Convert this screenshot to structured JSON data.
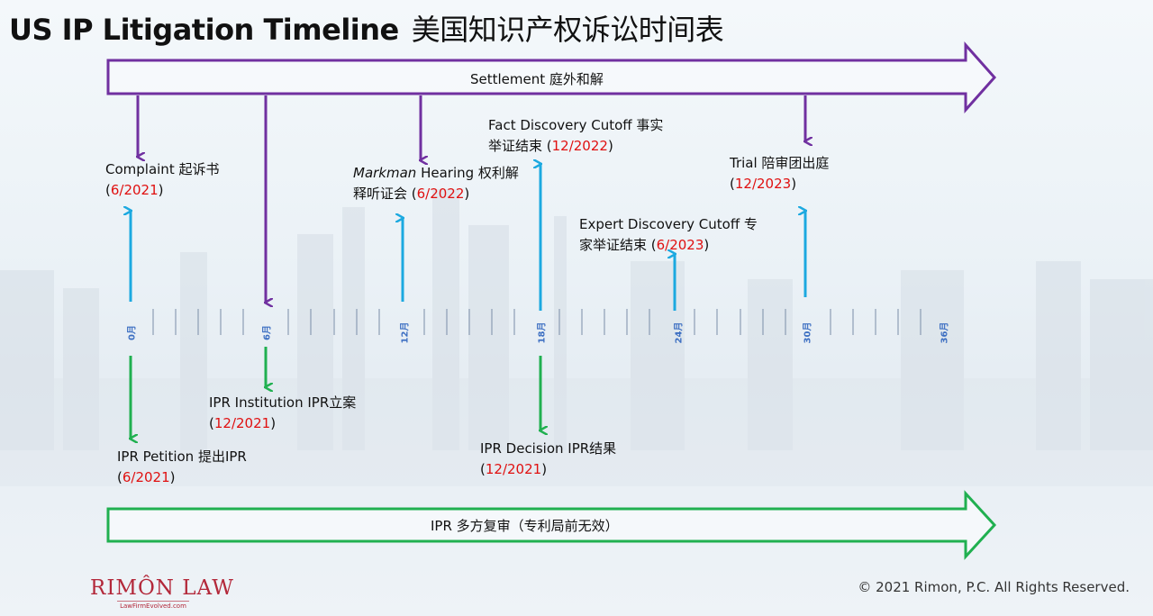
{
  "title": {
    "en": "US IP Litigation Timeline",
    "zh": "美国知识产权诉讼时间表"
  },
  "bands": {
    "settlement": "Settlement 庭外和解",
    "ipr": "IPR 多方复审（专利局前无效）"
  },
  "axis": {
    "labels": [
      "0月",
      "6月",
      "12月",
      "18月",
      "24月",
      "30月",
      "36月"
    ]
  },
  "events": {
    "complaint": {
      "text": "Complaint 起诉书",
      "date": "6/2021"
    },
    "markman": {
      "italic": "Markman",
      "text1": " Hearing 权利解",
      "text2": "释听证会 (",
      "date": "6/2022",
      "close": ")"
    },
    "fact": {
      "text1": "Fact Discovery Cutoff 事实",
      "text2": "举证结束 (",
      "date": "12/2022",
      "close": ")"
    },
    "expert": {
      "text1": "Expert Discovery Cutoff 专",
      "text2": "家举证结束 (",
      "date": "6/2023",
      "close": ")"
    },
    "trial": {
      "text": "Trial 陪审团出庭",
      "date": "12/2023"
    },
    "ipr_inst": {
      "text": "IPR Institution IPR立案",
      "date": "12/2021"
    },
    "ipr_pet": {
      "text": "IPR Petition 提出IPR",
      "date": "6/2021"
    },
    "ipr_dec": {
      "text": "IPR Decision IPR结果",
      "date": "12/2021"
    }
  },
  "footer": {
    "logo": "RIMÔN LAW",
    "logo_tagline": "LawFirmEvolved.com",
    "copyright": "© 2021 Rimon, P.C. All Rights Reserved."
  },
  "colors": {
    "purple": "#7030a0",
    "green": "#20b050",
    "blue": "#1ca9e0",
    "tick": "#7a8da8",
    "red": "#e01010"
  }
}
